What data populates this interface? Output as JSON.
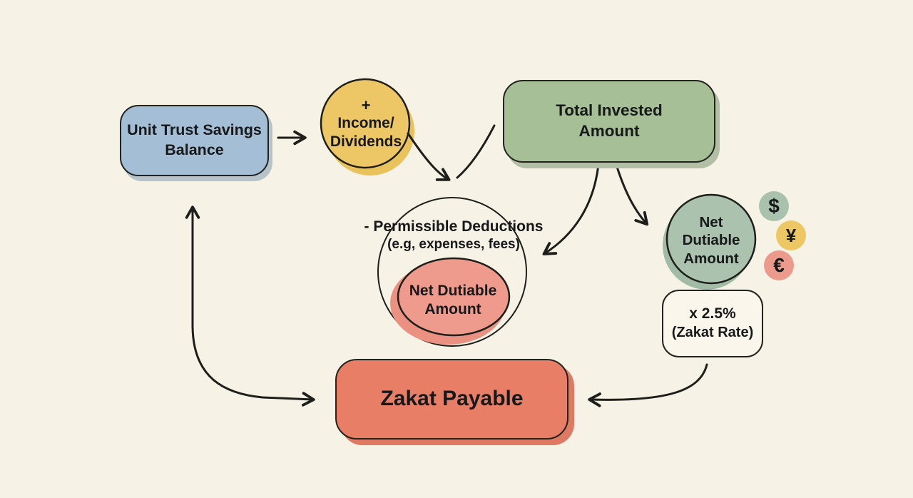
{
  "diagram": {
    "background_color": "#f6f2e6",
    "line_color": "#1e1e1a",
    "text_color": "#17181a"
  },
  "nodes": {
    "unit_trust_savings": {
      "lines": [
        "Unit Trust Savings",
        "Balance"
      ],
      "fill": "#a4bed6",
      "shape": "rounded-rectangle"
    },
    "income_dividends": {
      "lines": [
        "+",
        "Income/",
        "Dividends"
      ],
      "fill": "#edc765",
      "shape": "circle"
    },
    "total_invested": {
      "lines": [
        "Total Invested",
        "Amount"
      ],
      "fill": "#a6bf96",
      "shape": "rounded-rectangle"
    },
    "permissible_deductions": {
      "lines": [
        "- Permissible Deductions",
        "(e.g, expenses, fees)"
      ],
      "fill": "none",
      "shape": "circle-outline"
    },
    "net_dutiable_center": {
      "lines": [
        "Net Dutiable",
        "Amount"
      ],
      "fill": "#ee9b8d",
      "shape": "ellipse"
    },
    "net_dutiable_right": {
      "lines": [
        "Net",
        "Dutiable",
        "Amount"
      ],
      "fill": "#abc3ae",
      "shape": "circle"
    },
    "zakat_rate": {
      "lines": [
        "x 2.5%",
        "(Zakat Rate)"
      ],
      "fill": "#faf6ec",
      "shape": "rounded-rectangle"
    },
    "zakat_payable": {
      "label": "Zakat Payable",
      "fill": "#e87e66",
      "shape": "rounded-rectangle"
    },
    "currency_badges": {
      "dollar": {
        "symbol": "$",
        "fill": "#a9c2ad"
      },
      "yen": {
        "symbol": "¥",
        "fill": "#ecc764"
      },
      "euro": {
        "symbol": "€",
        "fill": "#eb9a8b"
      }
    }
  }
}
